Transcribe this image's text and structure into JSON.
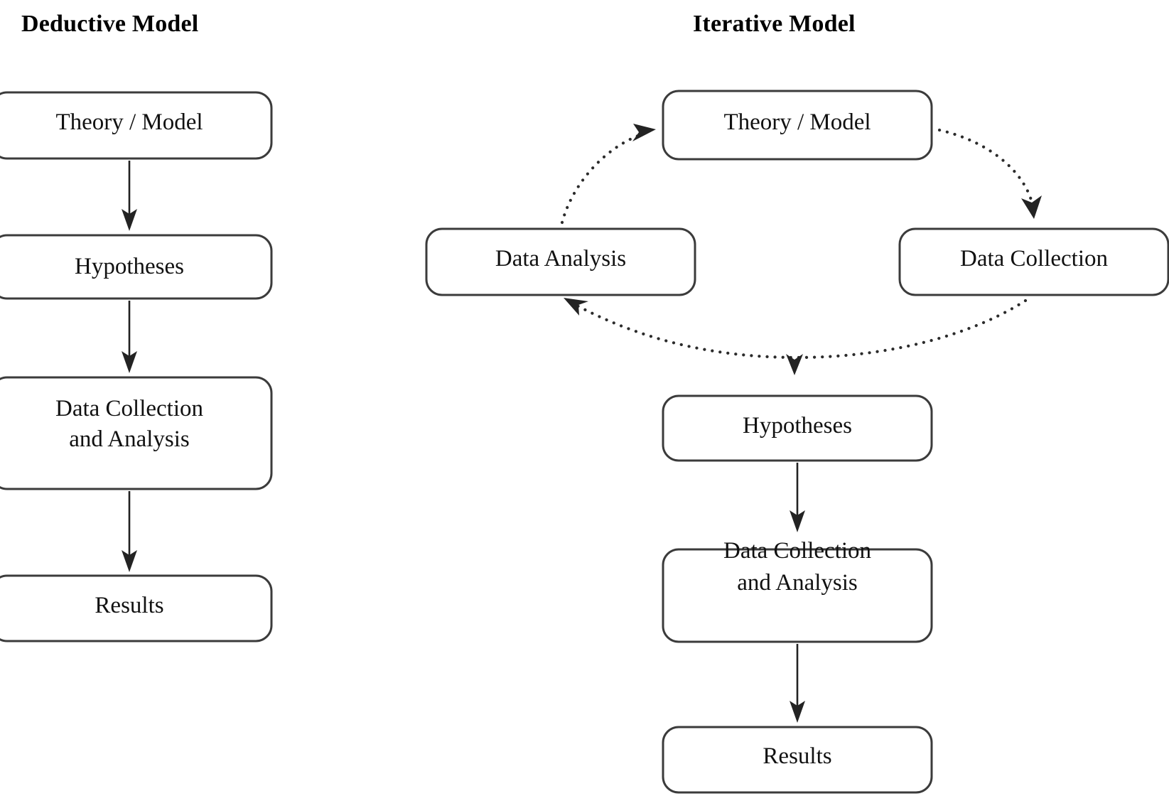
{
  "figure": {
    "background_color": "#ffffff",
    "box_stroke_color": "#3b3b3b",
    "arrow_color": "#232323",
    "text_color": "#111111"
  },
  "panels": [
    {
      "id": "deductive",
      "title": "Deductive Model",
      "nodes": [
        {
          "id": "theory",
          "label": "Theory / Model",
          "lines": [
            "Theory / Model"
          ]
        },
        {
          "id": "hypotheses",
          "label": "Hypotheses",
          "lines": [
            "Hypotheses"
          ]
        },
        {
          "id": "dca",
          "label": "Data Collection and Analysis",
          "lines": [
            "Data Collection",
            "and  Analysis"
          ]
        },
        {
          "id": "results",
          "label": "Results",
          "lines": [
            "Results"
          ]
        }
      ],
      "connections": [
        {
          "from": "theory",
          "to": "hypotheses",
          "style": "solid"
        },
        {
          "from": "hypotheses",
          "to": "dca",
          "style": "solid"
        },
        {
          "from": "dca",
          "to": "results",
          "style": "solid"
        }
      ]
    },
    {
      "id": "iterative",
      "title": "Iterative Model",
      "nodes": [
        {
          "id": "theory",
          "label": "Theory / Model",
          "lines": [
            "Theory / Model"
          ]
        },
        {
          "id": "analysis",
          "label": "Data Analysis",
          "lines": [
            "Data Analysis"
          ]
        },
        {
          "id": "collection",
          "label": "Data Collection",
          "lines": [
            "Data Collection"
          ]
        },
        {
          "id": "hypotheses",
          "label": "Hypotheses",
          "lines": [
            "Hypotheses"
          ]
        },
        {
          "id": "dca",
          "label": "Data Collection and Analysis",
          "lines": [
            "Data Collection",
            "and  Analysis"
          ]
        },
        {
          "id": "results",
          "label": "Results",
          "lines": [
            "Results"
          ]
        }
      ],
      "connections": [
        {
          "from": "theory",
          "to": "collection",
          "style": "dotted"
        },
        {
          "from": "collection",
          "to": "analysis",
          "style": "dotted"
        },
        {
          "from": "collection",
          "to": "hypotheses",
          "style": "dotted"
        },
        {
          "from": "analysis",
          "to": "theory",
          "style": "dotted"
        },
        {
          "from": "hypotheses",
          "to": "dca",
          "style": "solid"
        },
        {
          "from": "dca",
          "to": "results",
          "style": "solid"
        }
      ]
    }
  ]
}
